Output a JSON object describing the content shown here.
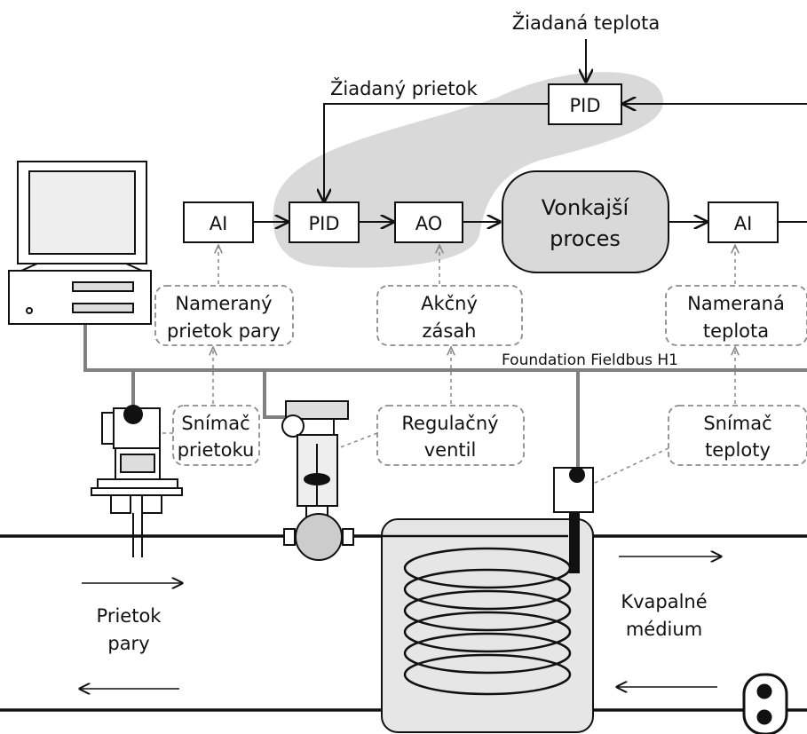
{
  "labels": {
    "setpoint_temperature": "Žiadaná teplota",
    "setpoint_flow": "Žiadaný prietok",
    "fieldbus": "Foundation Fieldbus H1",
    "steam_flow": [
      "Prietok",
      "pary"
    ],
    "liquid_medium": [
      "Kvapalné",
      "médium"
    ]
  },
  "blocks": {
    "pid_outer": "PID",
    "ai_flow": "AI",
    "pid_inner": "PID",
    "ao": "AO",
    "process": [
      "Vonkajší",
      "proces"
    ],
    "ai_temp": "AI"
  },
  "callouts": {
    "measured_flow": [
      "Nameraný",
      "prietok pary"
    ],
    "action": [
      "Akčný",
      "zásah"
    ],
    "measured_temp": [
      "Nameraná",
      "teplota"
    ],
    "flow_sensor": [
      "Snímač",
      "prietoku"
    ],
    "control_valve": [
      "Regulačný",
      "ventil"
    ],
    "temp_sensor": [
      "Snímač",
      "teploty"
    ]
  },
  "colors": {
    "cascade_region": "#d9d9d9",
    "process_fill": "#d9d9d9",
    "bus_line": "#808080",
    "callout_border": "#8c8c8c",
    "tank_fill": "#e6e6e6"
  }
}
